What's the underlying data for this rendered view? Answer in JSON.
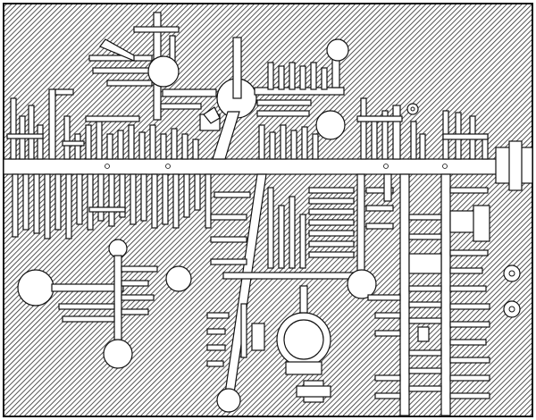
{
  "diagram": {
    "kind": "architectural-floor-plan",
    "style": "engraving-hatched",
    "text_labels": [],
    "colors": {
      "background": "#ffffff",
      "hatch_line": "#2a2a2a",
      "wall_stroke": "#111111",
      "open_space": "#ffffff"
    },
    "icons": [
      "hatched-rock-mass",
      "domed-chamber",
      "cross-shaped-chamber",
      "corridor-grid"
    ]
  }
}
